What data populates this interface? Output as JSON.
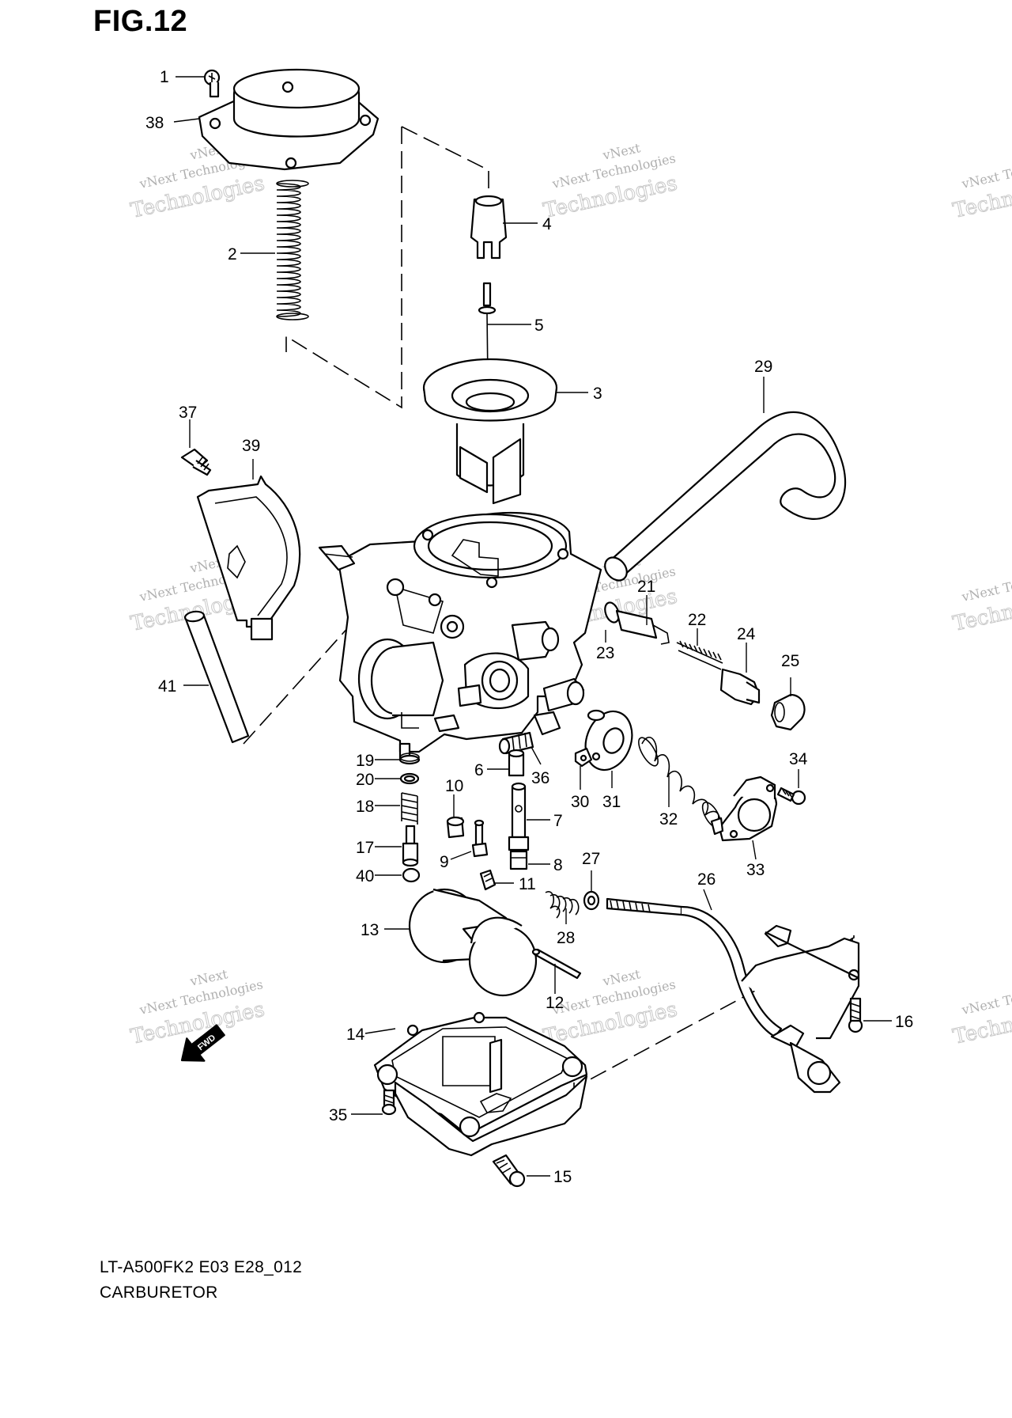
{
  "figure": {
    "title": "FIG.12",
    "model_code": "LT-A500FK2 E03 E28_012",
    "caption": "CARBURETOR"
  },
  "direction_marker": "FWD",
  "watermark": {
    "line1": "vNext Technologies",
    "line2": "Technologies",
    "line3": "vNext"
  },
  "callouts": [
    "1",
    "2",
    "3",
    "4",
    "5",
    "6",
    "7",
    "8",
    "9",
    "10",
    "11",
    "12",
    "13",
    "14",
    "15",
    "16",
    "17",
    "18",
    "19",
    "20",
    "21",
    "22",
    "23",
    "24",
    "25",
    "26",
    "27",
    "28",
    "29",
    "30",
    "31",
    "32",
    "33",
    "34",
    "35",
    "36",
    "37",
    "38",
    "39",
    "40",
    "41"
  ]
}
